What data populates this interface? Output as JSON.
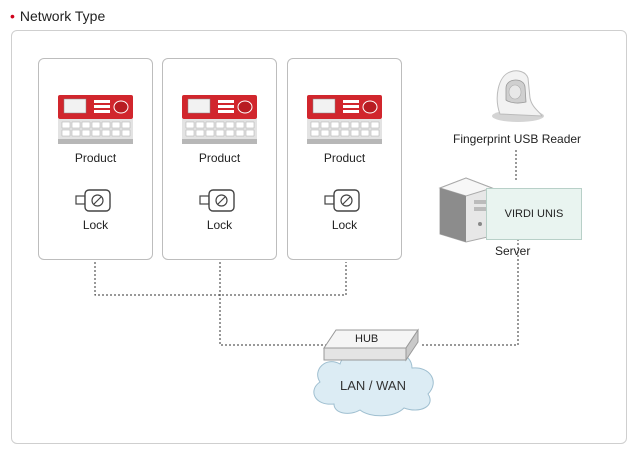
{
  "header": {
    "title": "Network Type"
  },
  "products": [
    {
      "product_label": "Product",
      "lock_label": "Lock"
    },
    {
      "product_label": "Product",
      "lock_label": "Lock"
    },
    {
      "product_label": "Product",
      "lock_label": "Lock"
    }
  ],
  "reader": {
    "label": "Fingerprint USB Reader"
  },
  "server": {
    "label": "Server",
    "software": "VIRDI UNIS"
  },
  "network": {
    "hub_label": "HUB",
    "cloud_label": "LAN / WAN"
  },
  "colors": {
    "device_red": "#d1262d",
    "line_dots": "#333333",
    "server_box_bg": "#e9f4f0",
    "bullet": "#d0021b"
  },
  "icons": [
    "bullet-icon",
    "terminal-device-icon",
    "lock-icon",
    "fingerprint-reader-icon",
    "server-tower-icon",
    "hub-icon",
    "cloud-icon"
  ]
}
